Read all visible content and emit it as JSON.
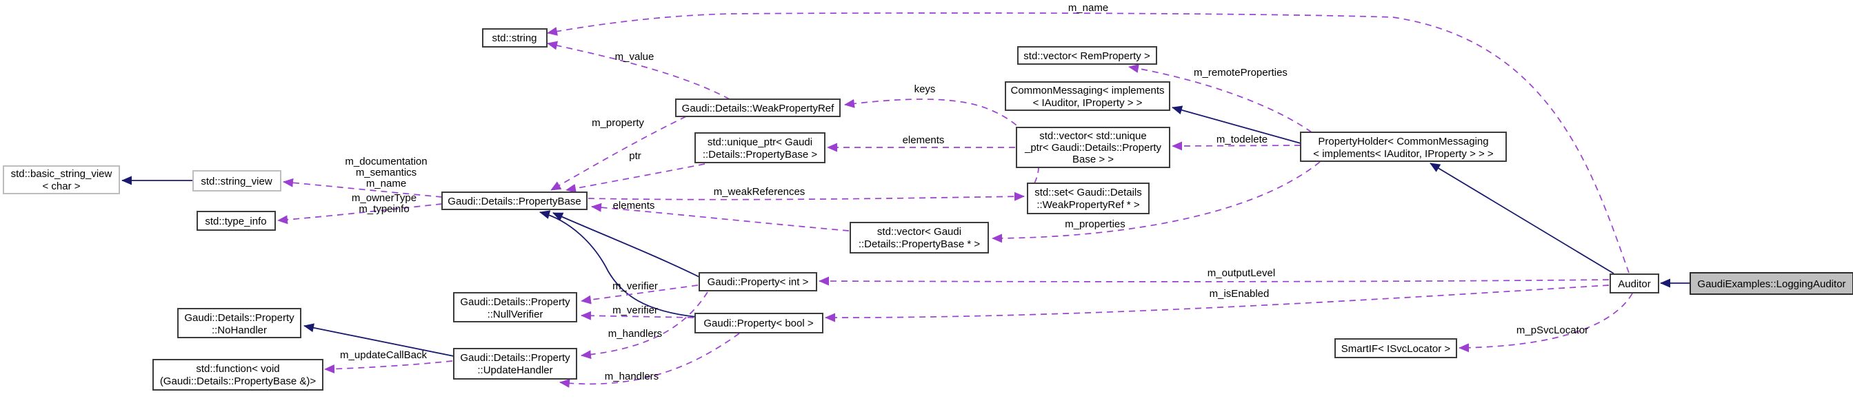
{
  "diagram": {
    "kind": "doxygen-collaboration-graph",
    "colors": {
      "background": "#ffffff",
      "inheritance_edge": "#191970",
      "usage_edge": "#9c3fd0",
      "node_border": "#3c3c3c",
      "external_node_border": "#bdbdbd",
      "node_fill": "#ffffff",
      "highlighted_node_fill": "#bfbfbf",
      "text": "#000000"
    },
    "nodes": {
      "basic_string_view": {
        "lines": [
          "std::basic_string_view",
          "< char >"
        ]
      },
      "string_view": {
        "lines": [
          "std::string_view"
        ]
      },
      "type_info": {
        "lines": [
          "std::type_info"
        ]
      },
      "std_string": {
        "lines": [
          "std::string"
        ]
      },
      "property_base": {
        "lines": [
          "Gaudi::Details::PropertyBase"
        ]
      },
      "weak_property_ref": {
        "lines": [
          "Gaudi::Details::WeakPropertyRef"
        ]
      },
      "unique_ptr": {
        "lines": [
          "std::unique_ptr< Gaudi",
          "::Details::PropertyBase >"
        ]
      },
      "vector_property_base_ptr": {
        "lines": [
          "std::vector< Gaudi",
          "::Details::PropertyBase * >"
        ]
      },
      "property_int": {
        "lines": [
          "Gaudi::Property< int >"
        ]
      },
      "property_bool": {
        "lines": [
          "Gaudi::Property< bool >"
        ]
      },
      "null_verifier": {
        "lines": [
          "Gaudi::Details::Property",
          "::NullVerifier"
        ]
      },
      "no_handler": {
        "lines": [
          "Gaudi::Details::Property",
          "::NoHandler"
        ]
      },
      "update_handler": {
        "lines": [
          "Gaudi::Details::Property",
          "::UpdateHandler"
        ]
      },
      "std_function": {
        "lines": [
          "std::function< void",
          "(Gaudi::Details::PropertyBase &)>"
        ]
      },
      "vector_rem_property": {
        "lines": [
          "std::vector< RemProperty >"
        ]
      },
      "common_messaging": {
        "lines": [
          "CommonMessaging< implements",
          "< IAuditor, IProperty > >"
        ]
      },
      "vector_unique_ptr": {
        "lines": [
          "std::vector< std::unique",
          "_ptr< Gaudi::Details::Property",
          "Base > >"
        ]
      },
      "set_weak_property_ref": {
        "lines": [
          "std::set< Gaudi::Details",
          "::WeakPropertyRef * >"
        ]
      },
      "property_holder": {
        "lines": [
          "PropertyHolder< CommonMessaging",
          "< implements< IAuditor, IProperty > > >"
        ]
      },
      "auditor": {
        "lines": [
          "Auditor"
        ]
      },
      "logging_auditor": {
        "lines": [
          "GaudiExamples::LoggingAuditor"
        ]
      },
      "smartif": {
        "lines": [
          "SmartIF< ISvcLocator >"
        ]
      }
    },
    "edge_labels": {
      "m_name_top": "m_name",
      "m_value": "m_value",
      "keys": "keys",
      "m_remote_properties": "m_remoteProperties",
      "m_todelete": "m_todelete",
      "elements_upper": "elements",
      "m_property": "m_property",
      "ptr": "ptr",
      "m_weak_references": "m_weakReferences",
      "elements_lower": "elements",
      "m_properties": "m_properties",
      "m_documentation": "m_documentation",
      "m_semantics": "m_semantics",
      "m_name_left": "m_name",
      "m_owner_type": "m_ownerType",
      "m_typeinfo": "m_typeinfo",
      "m_output_level": "m_outputLevel",
      "m_is_enabled": "m_isEnabled",
      "m_p_svc_locator": "m_pSvcLocator",
      "m_verifier_int": "m_verifier",
      "m_verifier_bool": "m_verifier",
      "m_handlers_int": "m_handlers",
      "m_handlers_bool": "m_handlers",
      "m_update_call_back": "m_updateCallBack"
    }
  }
}
